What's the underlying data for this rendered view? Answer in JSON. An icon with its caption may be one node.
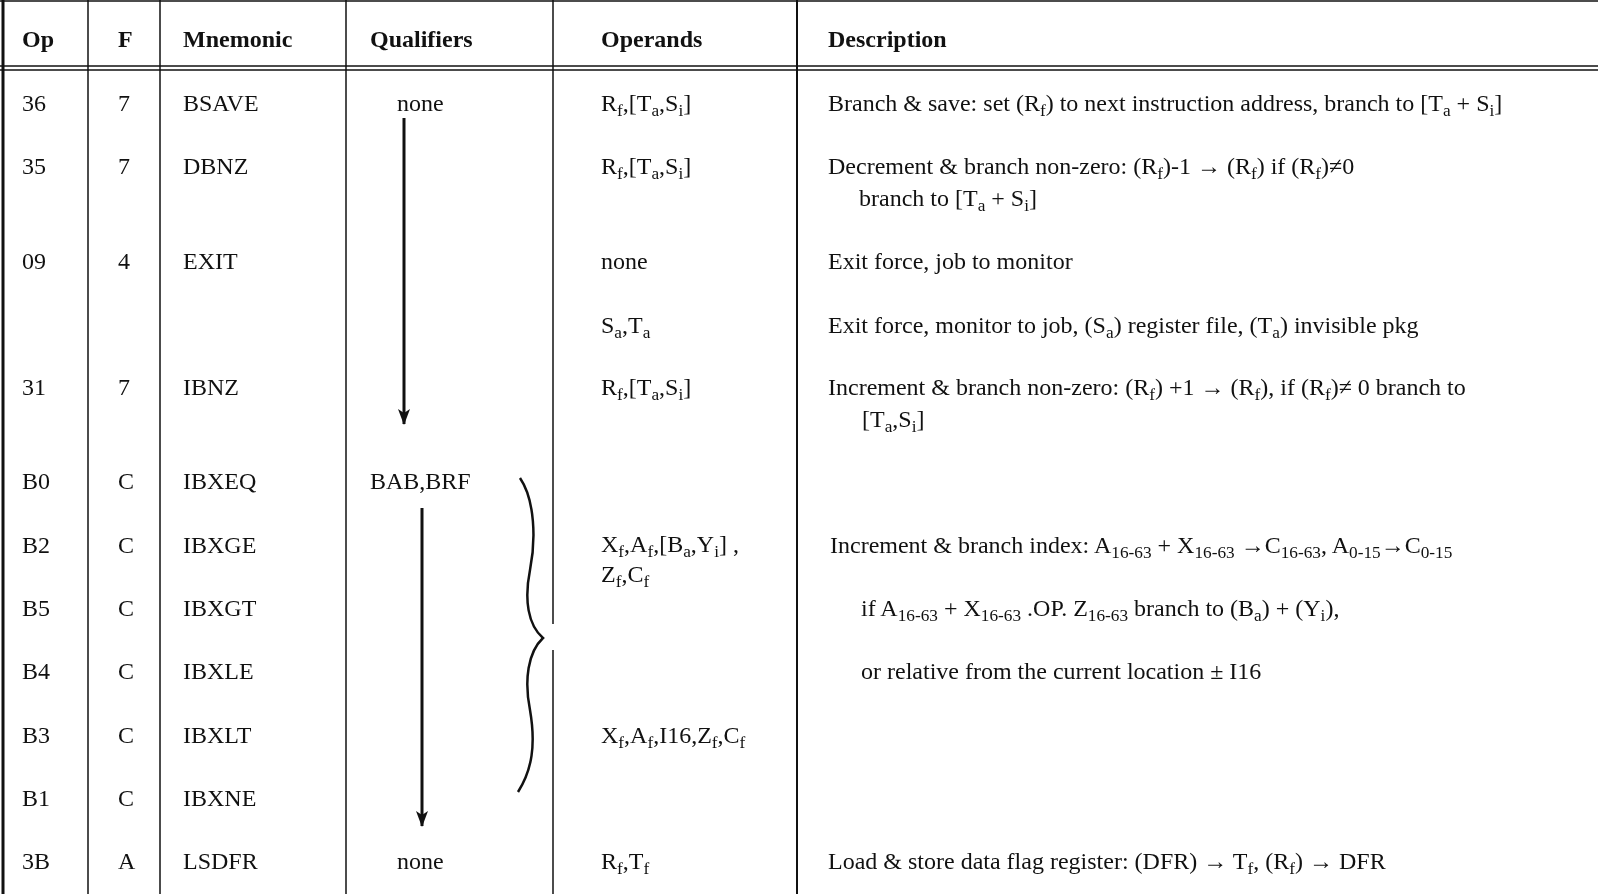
{
  "diagram": {
    "labels": [
      "Op",
      "F",
      "Mnemonic",
      "Qualifiers",
      "Operands",
      "Description",
      "36",
      "7",
      "BSAVE",
      "none",
      "R$_{f}$,[T$_{a}$,S$_{i}$]",
      "Branch & save: set (R$_{f}$) to next instruction address, branch to [T$_{a}$ + S$_{i}$]",
      "35",
      "7",
      "DBNZ",
      "R$_{f}$,[T$_{a}$,S$_{i}$]",
      "Decrement & branch non-zero: (R$_{f}$)-1 → (R$_{f}$) if (R$_{f}$)≠0 branch to [T$_{a}$ + S$_{i}$]",
      "09",
      "4",
      "EXIT",
      "none",
      "Exit force, job to monitor",
      "S$_{a}$,T$_{a}$",
      "Exit force, monitor to job, (S$_{a}$) register file, (T$_{a}$) invisible pkg",
      "31",
      "7",
      "IBNZ",
      "R$_{f}$,[T$_{a}$,S$_{i}$]",
      "Increment & branch non-zero: (R$_{f}$) +1 → (R$_{f}$), if (R$_{f}$)≠ 0 branch to [T$_{a}$,S$_{i}$]",
      "B0",
      "C",
      "IBXEQ",
      "BAB,BRF",
      "B2",
      "C",
      "IBXGE",
      "X$_{f}$,A$_{f}$,[B$_{a}$,Y$_{i}$] , Z$_{f}$,C$_{f}$",
      "Increment & branch index: A$_{16-63}$ + X$_{16-63}$ →C$_{16-63}$, A$_{0-15}$→C$_{0-15}$",
      "B5",
      "C",
      "IBXGT",
      "if A$_{16-63}$ + X$_{16-63}$ .OP. Z$_{16-63}$ branch to (B$_{a}$) + (Y$_{i}$),",
      "B4",
      "C",
      "IBXLE",
      "or relative from the current location ± I16",
      "B3",
      "C",
      "IBXLT",
      "X$_{f}$,A$_{f}$,I16,Z$_{f}$,C$_{f}$",
      "B1",
      "C",
      "IBXNE",
      "3B",
      "A",
      "LSDFR",
      "none",
      "R$_{f}$,T$_{f}$",
      "Load & store data flag register: (DFR) → T$_{f}$, (R$_{f}$) → DFR"
    ]
  }
}
